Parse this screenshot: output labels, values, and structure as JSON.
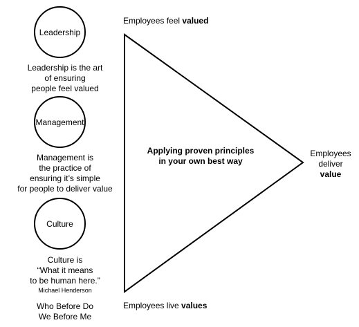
{
  "left_column": {
    "items": [
      {
        "circle_label": "Leadership",
        "description": [
          "Leadership is the art",
          "of ensuring",
          "people feel valued"
        ]
      },
      {
        "circle_label": "Management",
        "description": [
          "Management is",
          "the practice of",
          "ensuring it’s simple",
          "for people to deliver value"
        ]
      },
      {
        "circle_label": "Culture",
        "description": [
          "Culture is",
          "“What it means",
          "to be human here.”"
        ],
        "attribution": "Michael Henderson"
      }
    ],
    "footer": [
      "Who Before Do",
      "We Before Me"
    ]
  },
  "triangle": {
    "center_text": [
      "Applying proven principles",
      "in your own best way"
    ],
    "top_label": {
      "plain": "Employees feel ",
      "bold": "valued"
    },
    "bottom_label": {
      "plain": "Employees live ",
      "bold": "values"
    },
    "right_label": {
      "line1": "Employees",
      "line2": "deliver",
      "bold": "value"
    }
  }
}
